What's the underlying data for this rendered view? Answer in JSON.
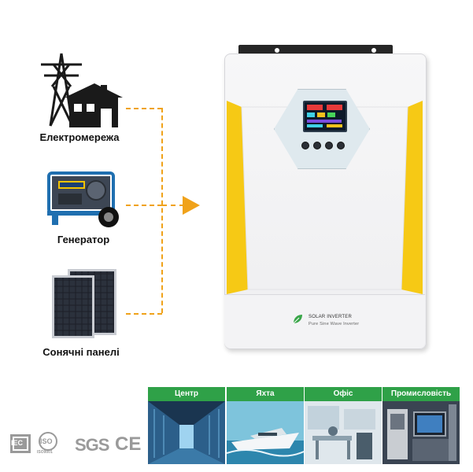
{
  "sources": [
    {
      "label": "Електромережа",
      "icon": "power-grid-house-icon"
    },
    {
      "label": "Генератор",
      "icon": "generator-icon"
    },
    {
      "label": "Сонячні панелі",
      "icon": "solar-panel-icon"
    }
  ],
  "inverter": {
    "brand": "SOLAR INVERTER",
    "subtitle": "Pure Sine Wave Inverter",
    "colors": {
      "body": "#f2f2f4",
      "accent": "#f6c915",
      "mount": "#262626"
    }
  },
  "applications": [
    {
      "label": "Центр",
      "icon": "data-center-icon"
    },
    {
      "label": "Яхта",
      "icon": "yacht-icon"
    },
    {
      "label": "Офіс",
      "icon": "office-icon"
    },
    {
      "label": "Промисловість",
      "icon": "industry-icon"
    }
  ],
  "certifications": {
    "iec": "IEC",
    "iso": "ISO",
    "iso_sub": "ISO9001",
    "sgs": "SGS",
    "ce": "CE"
  },
  "colors": {
    "connector": "#f0a21a",
    "tile_header": "#2fa148"
  }
}
